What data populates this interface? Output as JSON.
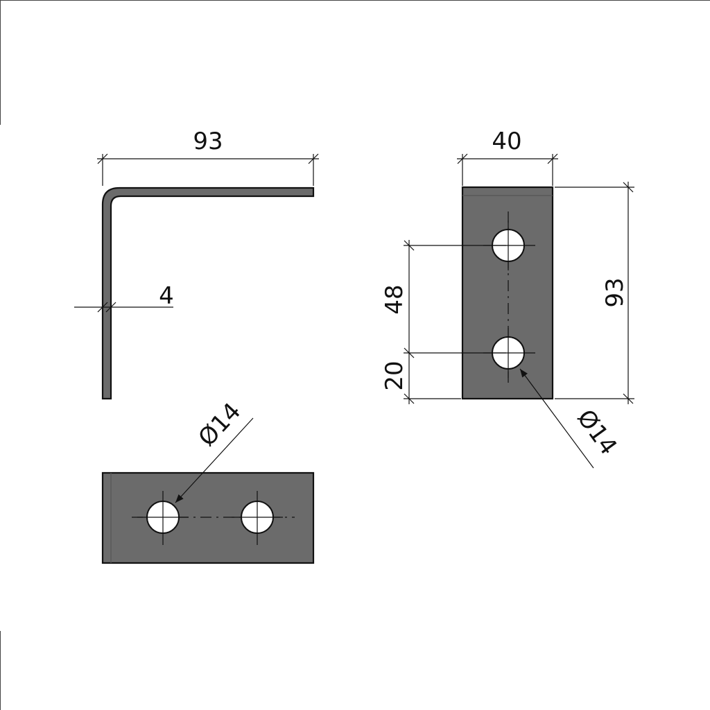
{
  "dimensions": {
    "side_view_length": "93",
    "side_view_thickness": "4",
    "front_view_width": "40",
    "front_view_height": "93",
    "front_view_hole_spacing": "48",
    "front_view_edge_offset": "20",
    "front_view_hole_diameter": "Ø14",
    "top_view_hole_diameter": "Ø14"
  },
  "colors": {
    "part_fill": "#6b6b6b",
    "line": "#111111",
    "hole_fill": "#ffffff",
    "background": "#ffffff"
  }
}
